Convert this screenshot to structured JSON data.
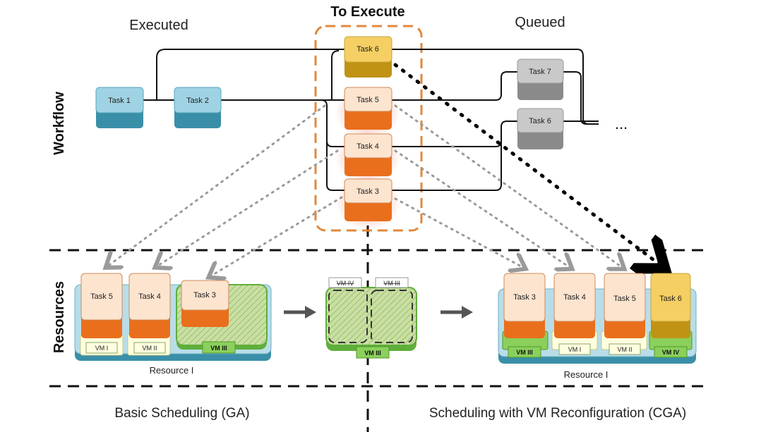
{
  "headers": {
    "executed": "Executed",
    "to_execute": "To Execute",
    "queued": "Queued"
  },
  "side_labels": {
    "workflow": "Workflow",
    "resources": "Resources"
  },
  "bottom_labels": {
    "basic": "Basic Scheduling (GA)",
    "cga": "Scheduling with VM Reconfiguration (CGA)"
  },
  "ellipsis": "...",
  "workflow_tasks": {
    "task1": "Task 1",
    "task2": "Task 2",
    "task6_top": "Task 6",
    "task5": "Task 5",
    "task4": "Task 4",
    "task3": "Task 3",
    "task7_queued": "Task 7",
    "task6_queued": "Task 6"
  },
  "left_resource": {
    "label": "Resource I",
    "tasks": [
      "Task 5",
      "Task 4",
      "Task 3"
    ],
    "vms": [
      "VM I",
      "VM II",
      "VM III"
    ]
  },
  "middle": {
    "vm_tabs": [
      "VM IV",
      "VM III"
    ],
    "vm_base": "VM III"
  },
  "right_resource": {
    "label": "Resource I",
    "tasks": [
      "Task 3",
      "Task 4",
      "Task 5",
      "Task 6"
    ],
    "vms_bottom": [
      "VM III",
      "VM I",
      "VM II",
      "VM IV"
    ]
  },
  "colors": {
    "blue_task": "#9fd3e3",
    "blue_task_side": "#3a8fa8",
    "task_peach": "#fce4cf",
    "task_orange": "#e96f1c",
    "task_gold": "#f5cf63",
    "task_gold_side": "#c09314",
    "task_gray": "#c9c9c9",
    "task_gray_side": "#8a8a8a",
    "resource_blue": "#b8dde9",
    "vm_green": "#8bd05c",
    "dash_orange": "#e0883c"
  }
}
